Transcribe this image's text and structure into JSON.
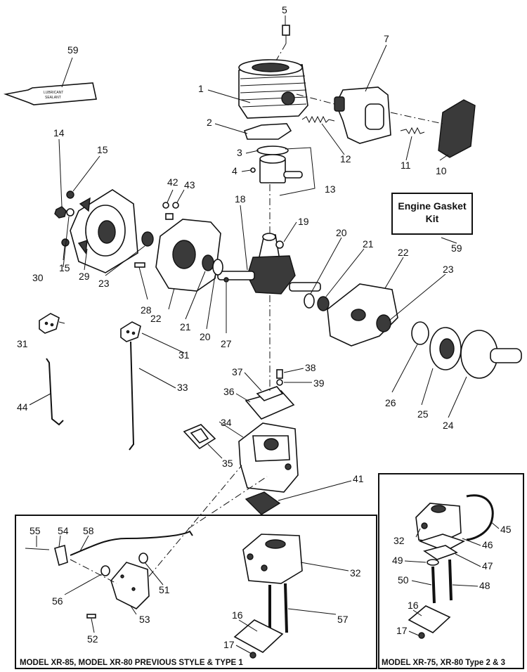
{
  "kit": {
    "line1": "Engine Gasket",
    "line2": "Kit"
  },
  "tube_label": {
    "line1": "LUBRICANT",
    "line2": "SEALANT"
  },
  "captions": {
    "left": "MODEL XR-85, MODEL XR-80 PREVIOUS STYLE & TYPE 1",
    "right": "MODEL XR-75, XR-80 Type 2 & 3"
  },
  "part_numbers": [
    "1",
    "2",
    "3",
    "4",
    "5",
    "7",
    "10",
    "11",
    "12",
    "13",
    "14",
    "15",
    "15",
    "16",
    "16",
    "17",
    "17",
    "18",
    "19",
    "20",
    "20",
    "21",
    "21",
    "22",
    "22",
    "23",
    "23",
    "24",
    "25",
    "26",
    "27",
    "28",
    "29",
    "30",
    "31",
    "31",
    "32",
    "32",
    "33",
    "34",
    "35",
    "36",
    "37",
    "38",
    "39",
    "41",
    "42",
    "43",
    "44",
    "45",
    "46",
    "47",
    "48",
    "49",
    "50",
    "51",
    "52",
    "53",
    "54",
    "55",
    "56",
    "57",
    "58",
    "59",
    "59"
  ]
}
